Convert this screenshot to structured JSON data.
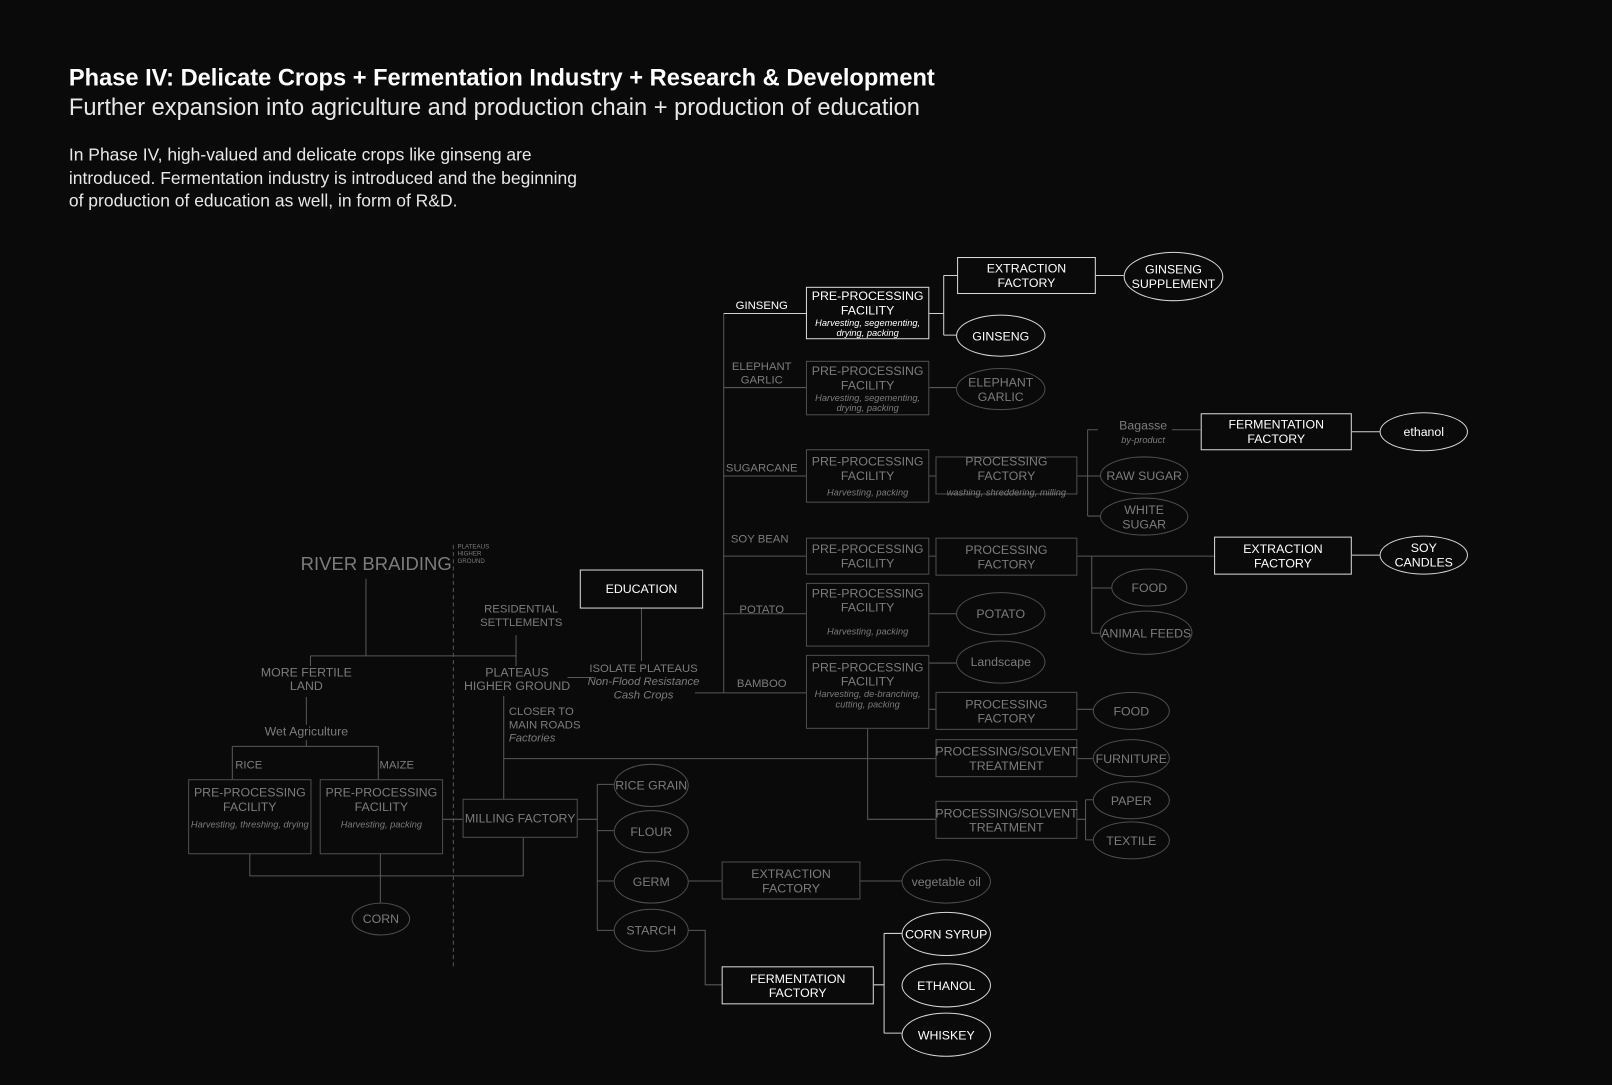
{
  "header": {
    "title": "Phase IV:  Delicate Crops + Fermentation Industry + Research & Development",
    "subtitle": "Further expansion into agriculture and production chain + production of education",
    "intro": "In Phase IV, high-valued and delicate crops like ginseng are introduced. Fermentation industry is introduced and the beginning of production of education as well, in form of R&D."
  },
  "colors": {
    "background": "#0a0a0a",
    "active": "#ffffff",
    "inactive": "#7c7c7c"
  },
  "left": {
    "river_braiding": "RIVER BRAIDING",
    "plateaus_small": "PLATEAUS HIGHER GROUND",
    "residential": "RESIDENTIAL SETTLEMENTS",
    "more_fertile": "MORE FERTILE LAND",
    "plateaus": "PLATEAUS HIGHER GROUND",
    "closer_roads": "CLOSER TO MAIN ROADS",
    "factories": "Factories",
    "wet_agriculture": "Wet Agriculture",
    "rice": "RICE",
    "maize": "MAIZE",
    "preproc_rice": "PRE-PROCESSING FACILITY",
    "preproc_rice_note": "Harvesting, threshing, drying",
    "preproc_maize": "PRE-PROCESSING FACILITY",
    "preproc_maize_note": "Harvesting, packing",
    "corn": "CORN",
    "milling": "MILLING FACTORY",
    "rice_grain": "RICE GRAIN",
    "flour": "FLOUR",
    "germ": "GERM",
    "starch": "STARCH",
    "extraction": "EXTRACTION FACTORY",
    "vegetable_oil": "vegetable oil",
    "fermentation": "FERMENTATION FACTORY",
    "corn_syrup": "CORN SYRUP",
    "ethanol": "ETHANOL",
    "whiskey": "WHISKEY"
  },
  "center": {
    "education": "EDUCATION",
    "isolate": "ISOLATE PLATEAUS",
    "isolate_note": "Non-Flood Resistance Cash Crops"
  },
  "crops": {
    "ginseng": {
      "label": "GINSENG",
      "preproc": "PRE-PROCESSING FACILITY",
      "note": "Harvesting, segementing, drying, packing",
      "extraction": "EXTRACTION FACTORY",
      "supplement": "GINSENG SUPPLEMENT",
      "product": "GINSENG"
    },
    "garlic": {
      "label": "ELEPHANT GARLIC",
      "preproc": "PRE-PROCESSING FACILITY",
      "note": "Harvesting, segementing, drying, packing",
      "product": "ELEPHANT GARLIC"
    },
    "sugarcane": {
      "label": "SUGARCANE",
      "preproc": "PRE-PROCESSING FACILITY",
      "note": "Harvesting, packing",
      "processing": "PROCESSING FACTORY",
      "processing_note": "washing, shreddering, milling",
      "bagasse": "Bagasse",
      "bagasse_note": "by-product",
      "fermentation": "FERMENTATION FACTORY",
      "ethanol": "ethanol",
      "raw_sugar": "RAW SUGAR",
      "white_sugar": "WHITE SUGAR"
    },
    "soy": {
      "label": "SOY BEAN",
      "preproc": "PRE-PROCESSING FACILITY",
      "processing": "PROCESSING FACTORY",
      "extraction": "EXTRACTION FACTORY",
      "candles": "SOY CANDLES",
      "food": "FOOD",
      "feeds": "ANIMAL FEEDS"
    },
    "potato": {
      "label": "POTATO",
      "preproc": "PRE-PROCESSING FACILITY",
      "note": "Harvesting, packing",
      "product": "POTATO"
    },
    "bamboo": {
      "label": "BAMBOO",
      "preproc": "PRE-PROCESSING FACILITY",
      "note": "Harvesting, de-branching, cutting, packing",
      "landscape": "Landscape",
      "processing": "PROCESSING FACTORY",
      "food": "FOOD",
      "solvent1": "PROCESSING/SOLVENT TREATMENT",
      "furniture": "FURNITURE",
      "solvent2": "PROCESSING/SOLVENT TREATMENT",
      "paper": "PAPER",
      "textile": "TEXTILE"
    }
  }
}
